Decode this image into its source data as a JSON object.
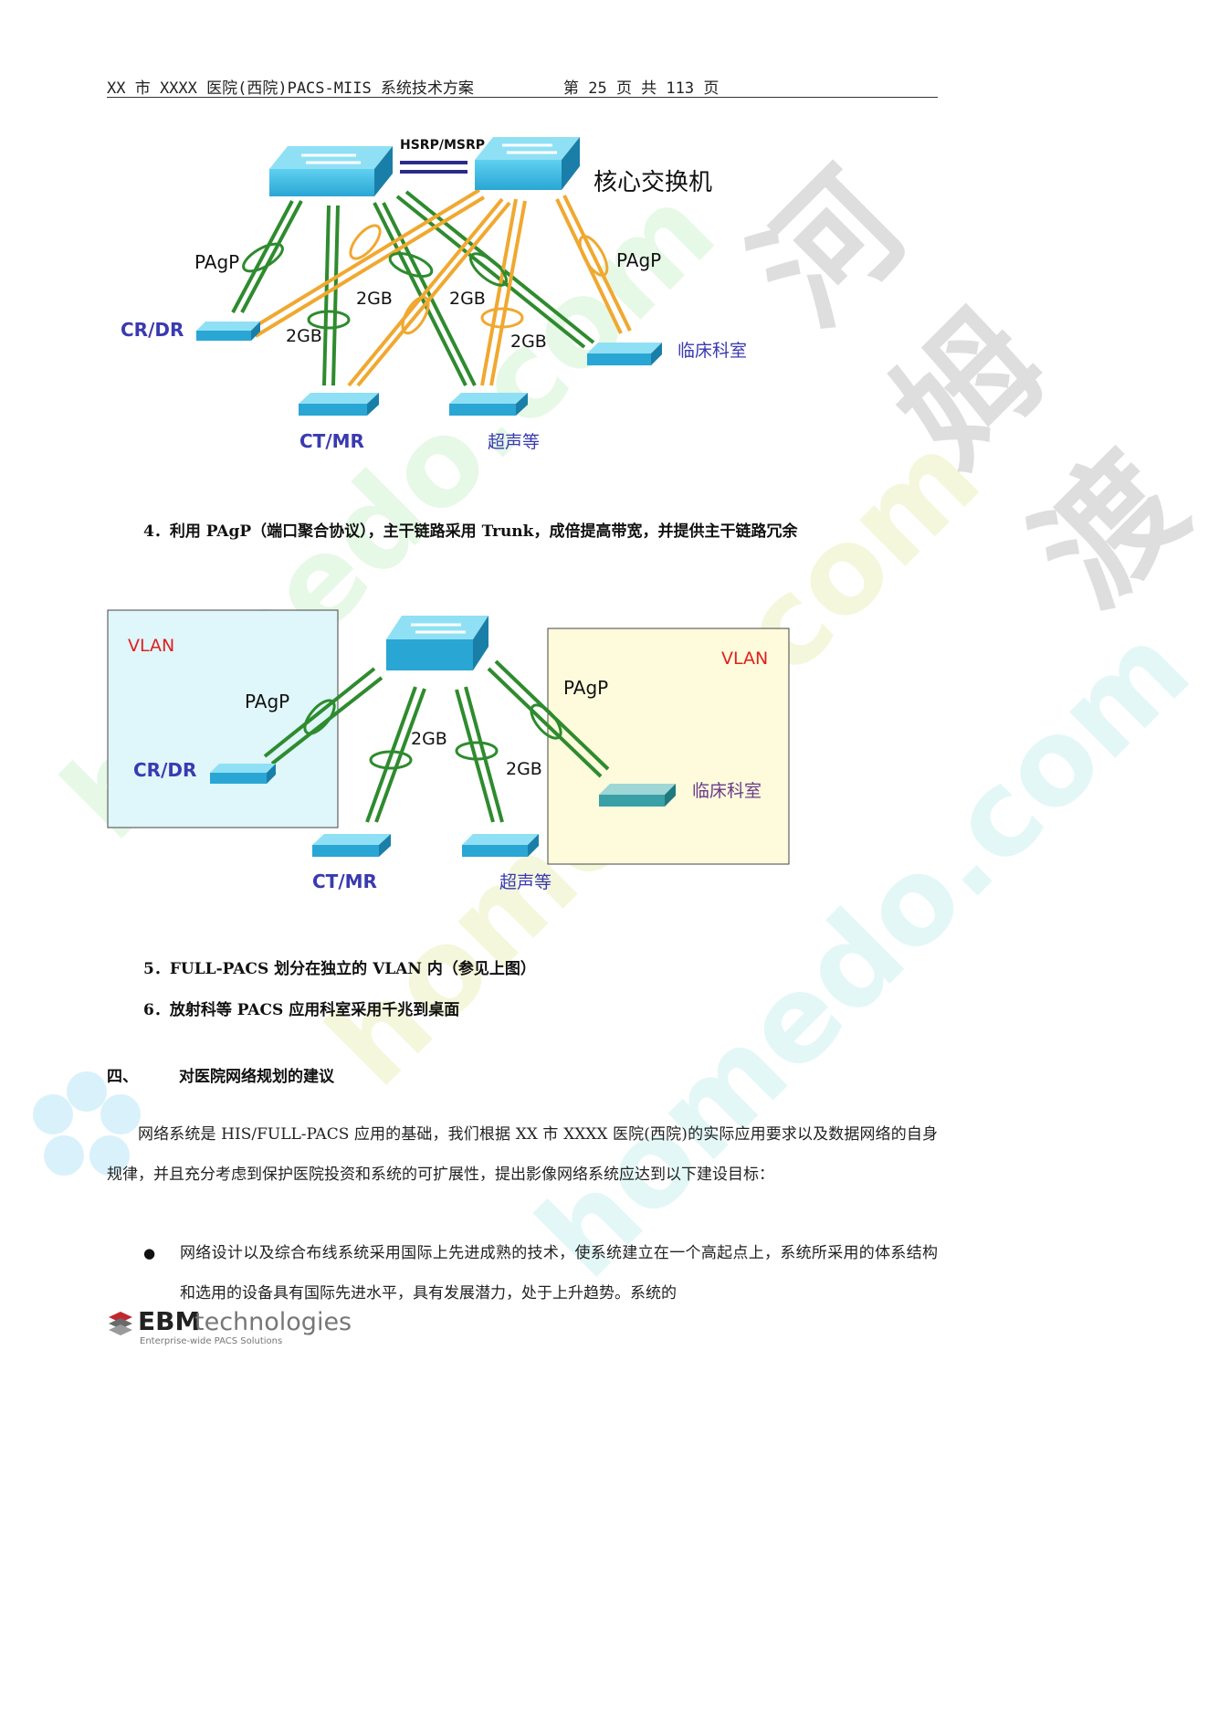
{
  "header": {
    "left": "XX 市 XXXX 医院(西院)PACS-MIIS 系统技术方案",
    "right": "第 25 页 共 113 页"
  },
  "diagram1": {
    "core_label": "核心交换机",
    "hsrp_label": "HSRP/MSRP",
    "pagp_left": "PAgP",
    "pagp_right": "PAgP",
    "gb_1": "2GB",
    "gb_2": "2GB",
    "gb_3": "2GB",
    "gb_4": "2GB",
    "node_crdr": "CR/DR",
    "node_ctmr": "CT/MR",
    "node_us": "超声等",
    "node_clinic": "临床科室",
    "colors": {
      "green": "#2e8b2e",
      "orange": "#f0a830",
      "switch": "#2aa8d6",
      "label_blue": "#3a3ab0"
    }
  },
  "item4": "4．利用 PAgP（端口聚合协议），主干链路采用 Trunk，成倍提高带宽，并提供主干链路冗余",
  "diagram2": {
    "vlan_left": "VLAN",
    "vlan_right": "VLAN",
    "pagp_left": "PAgP",
    "pagp_right": "PAgP",
    "gb_1": "2GB",
    "gb_2": "2GB",
    "node_crdr": "CR/DR",
    "node_ctmr": "CT/MR",
    "node_us": "超声等",
    "node_clinic": "临床科室",
    "colors": {
      "left_box": "#dff6fa",
      "right_box": "#fdfbdc",
      "vlan_text": "#e02020"
    }
  },
  "item5": "5．FULL-PACS 划分在独立的 VLAN 内（参见上图）",
  "item6": "6．放射科等 PACS 应用科室采用千兆到桌面",
  "section": {
    "number": "四、",
    "title": "对医院网络规划的建议"
  },
  "paragraph": "网络系统是 HIS/FULL-PACS 应用的基础，我们根据 XX 市 XXXX 医院(西院)的实际应用要求以及数据网络的自身规律，并且充分考虑到保护医院投资和系统的可扩展性，提出影像网络系统应达到以下建设目标：",
  "bullet_text": "网络设计以及综合布线系统采用国际上先进成熟的技术，使系统建立在一个高起点上，系统所采用的体系结构和选用的设备具有国际先进水平，具有发展潜力，处于上升趋势。系统的",
  "footer_logo": {
    "brand_bold": "EBM",
    "brand_rest": "technologies",
    "tagline": "Enterprise-wide PACS Solutions"
  },
  "watermarks": {
    "cn": "河姆渡",
    "en1": "homedo.com",
    "en2": "homedo.com",
    "en3": "homedo.com"
  }
}
